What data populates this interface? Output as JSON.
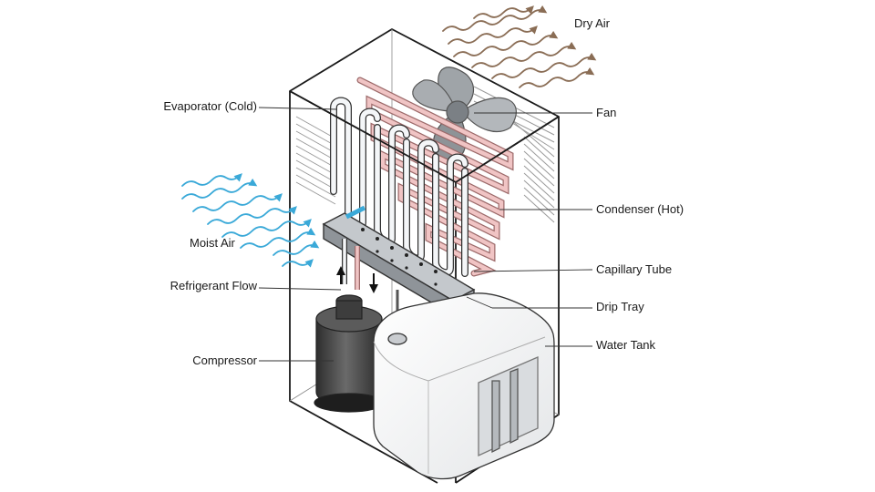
{
  "labels": {
    "dry_air": "Dry Air",
    "evaporator": "Evaporator (Cold)",
    "fan": "Fan",
    "condenser": "Condenser (Hot)",
    "moist_air": "Moist Air",
    "capillary_tube": "Capillary Tube",
    "refrigerant_flow": "Refrigerant Flow",
    "drip_tray": "Drip Tray",
    "water_tank": "Water Tank",
    "compressor": "Compressor"
  },
  "colors": {
    "moist_air": "#3aa9d8",
    "dry_air": "#8a6d55",
    "condenser": "#e8b4b4",
    "evaporator": "#f2f4f6",
    "compressor": "#4a4a4a",
    "outline": "#1a1a1a",
    "grille": "#9a9a9a"
  }
}
